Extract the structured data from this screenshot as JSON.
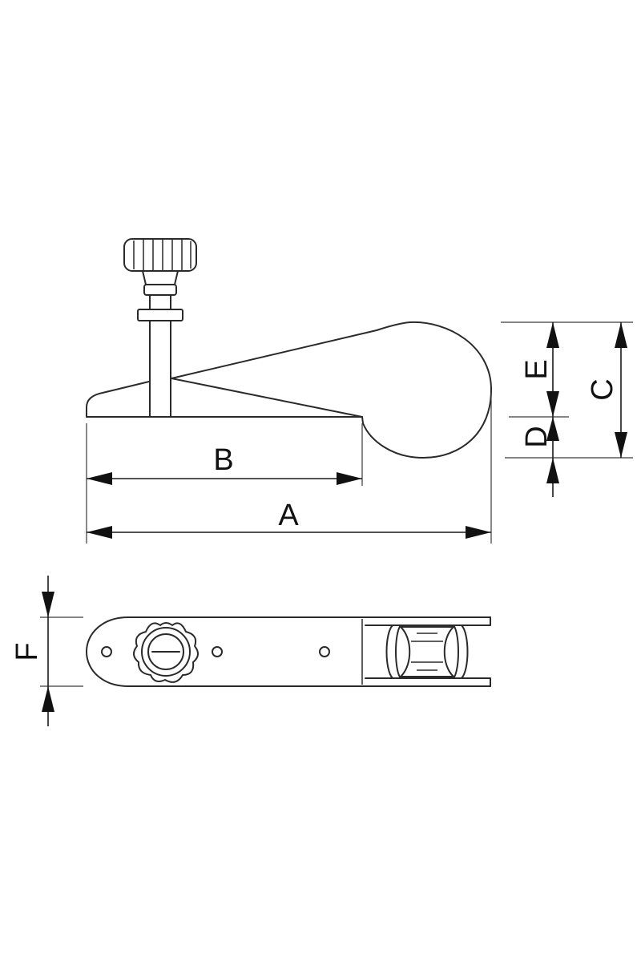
{
  "dimension_labels": {
    "a": "A",
    "b": "B",
    "c": "C",
    "d": "D",
    "e": "E",
    "f": "F"
  }
}
